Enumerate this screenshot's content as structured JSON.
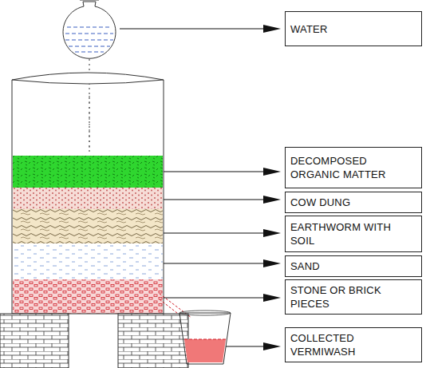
{
  "diagram": {
    "nodes": [
      {
        "text": [
          "WATER"
        ]
      },
      {
        "text": [
          "DECOMPOSED ORGANIC MATTER"
        ]
      },
      {
        "text": [
          "COW DUNG"
        ]
      },
      {
        "text": [
          "EARTHWORM WITH SOIL"
        ]
      },
      {
        "text": [
          "SAND"
        ]
      },
      {
        "text": [
          "STONE OR BRICK PIECES"
        ]
      },
      {
        "text": [
          "COLLECTED VERMIWASH"
        ]
      }
    ]
  }
}
